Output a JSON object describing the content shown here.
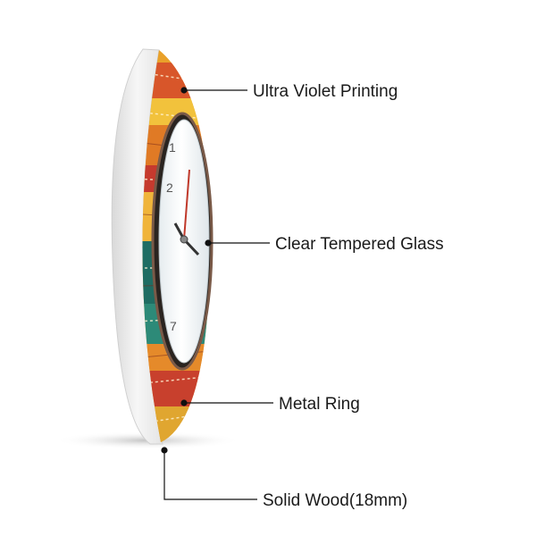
{
  "callouts": {
    "ultra_violet_printing": "Ultra Violet Printing",
    "clear_tempered_glass": "Clear Tempered Glass",
    "metal_ring": "Metal Ring",
    "solid_wood": "Solid Wood(18mm)"
  },
  "product": {
    "depicted": "wall-clock-side-view",
    "dial_numerals_visible": [
      "1",
      "2",
      "7"
    ]
  },
  "colors": {
    "leader_line": "#111111",
    "wood_edge": "#ececec",
    "metal_ring": "#2a2420",
    "glass_face": "#f4f7f9"
  }
}
